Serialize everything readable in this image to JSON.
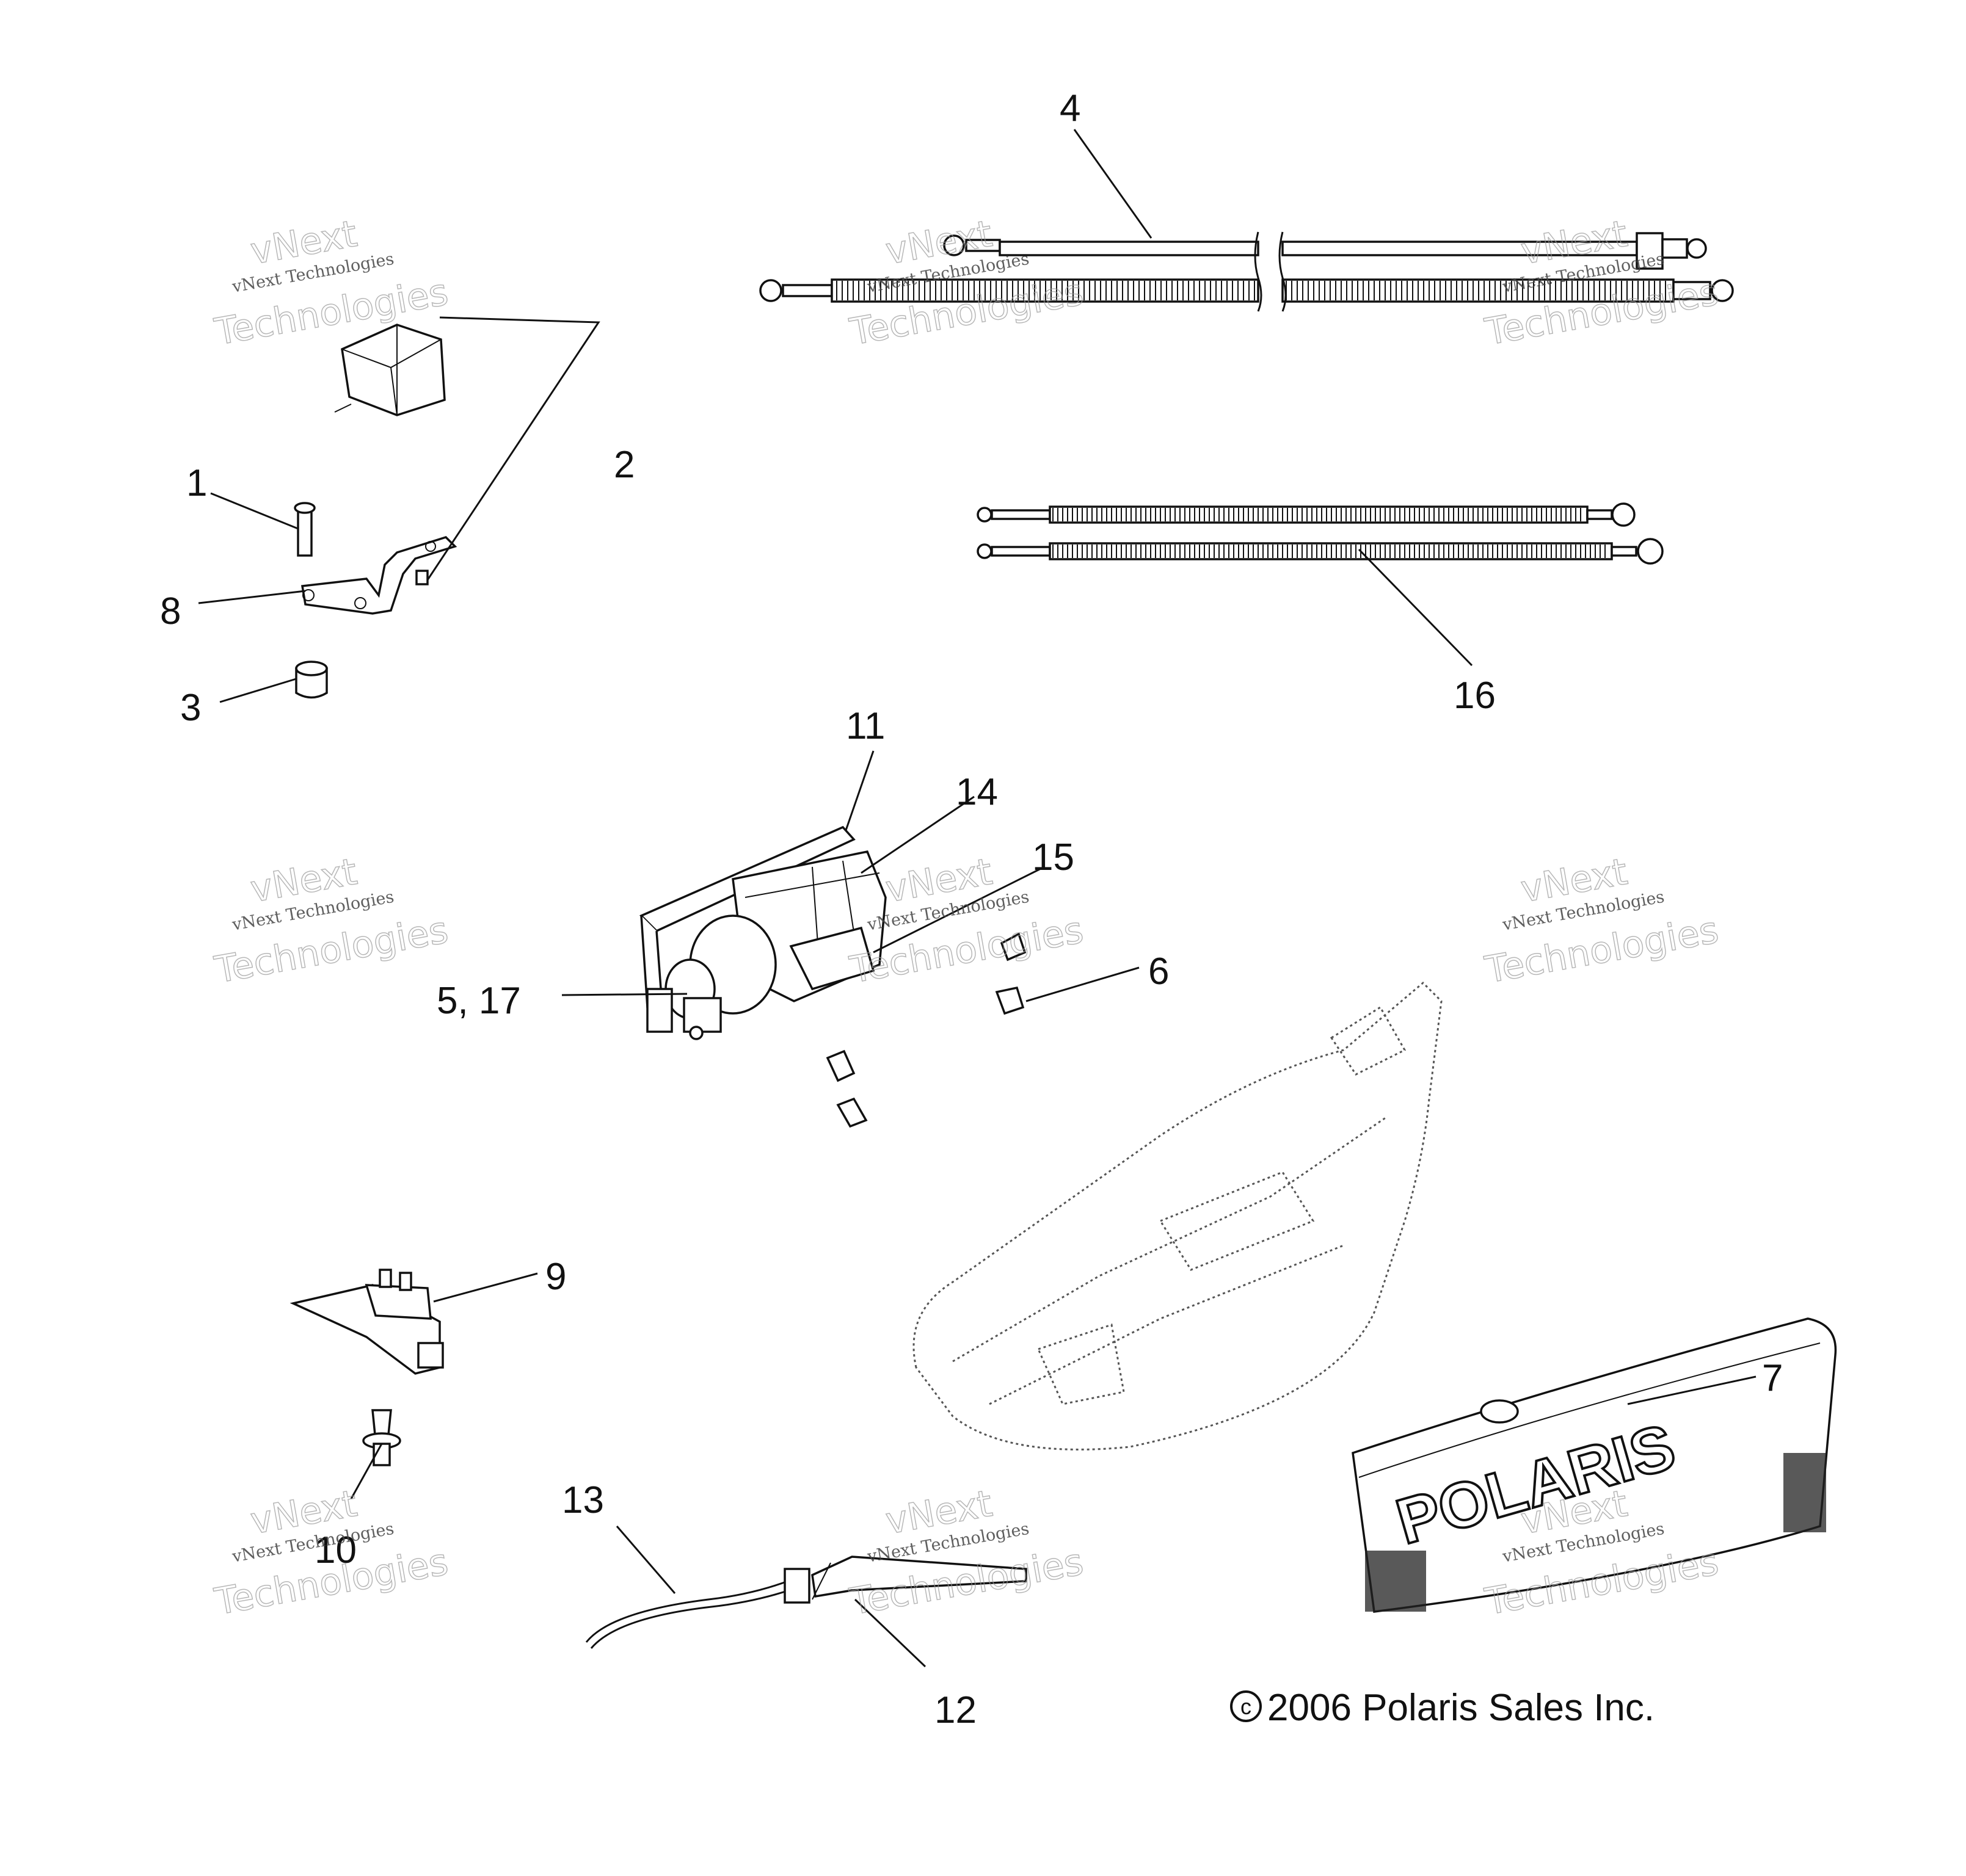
{
  "diagram": {
    "callouts": [
      "1",
      "2",
      "3",
      "4",
      "5, 17",
      "6",
      "7",
      "8",
      "9",
      "10",
      "11",
      "12",
      "13",
      "14",
      "15",
      "16"
    ],
    "copyright": "2006 Polaris Sales Inc.",
    "copyright_symbol": "c",
    "brand_on_part": "POLARIS",
    "watermark": {
      "line1": "vNext Technologies",
      "line2": "vNext",
      "line3": "Technologies"
    }
  }
}
